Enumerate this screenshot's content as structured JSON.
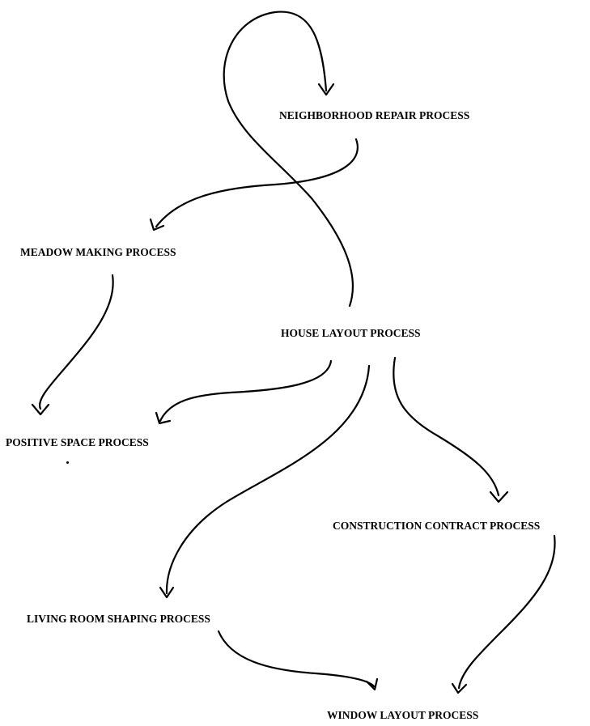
{
  "diagram": {
    "nodes": [
      {
        "id": "neighborhood",
        "label": "NEIGHBORHOOD REPAIR PROCESS"
      },
      {
        "id": "meadow",
        "label": "MEADOW MAKING PROCESS"
      },
      {
        "id": "house",
        "label": "HOUSE LAYOUT PROCESS"
      },
      {
        "id": "positive",
        "label": "POSITIVE SPACE PROCESS"
      },
      {
        "id": "construction",
        "label": "CONSTRUCTION CONTRACT PROCESS"
      },
      {
        "id": "living",
        "label": "LIVING ROOM SHAPING PROCESS"
      },
      {
        "id": "window",
        "label": "WINDOW LAYOUT PROCESS"
      }
    ],
    "edges": [
      {
        "from": "house",
        "to": "neighborhood"
      },
      {
        "from": "neighborhood",
        "to": "meadow"
      },
      {
        "from": "meadow",
        "to": "positive"
      },
      {
        "from": "house",
        "to": "positive"
      },
      {
        "from": "house",
        "to": "living"
      },
      {
        "from": "house",
        "to": "construction"
      },
      {
        "from": "living",
        "to": "window"
      },
      {
        "from": "construction",
        "to": "window"
      }
    ]
  }
}
